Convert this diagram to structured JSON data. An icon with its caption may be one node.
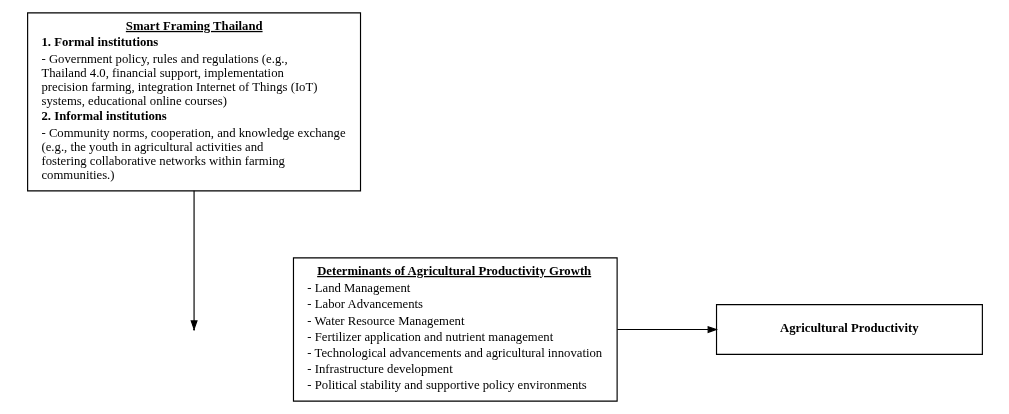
{
  "diagram": {
    "nodes": [
      {
        "text": [
          "Smart Framing Thailand",
          "1. Formal institutions",
          "- Government policy, rules and regulations (e.g., Thailand 4.0, financial support, implementation precision farming, integration Internet of Things (IoT) systems, educational online courses)",
          "2. Informal institutions",
          "- Community norms, cooperation, and knowledge exchange (e.g., the youth in agricultural activities and fostering collaborative networks within farming communities.)"
        ]
      },
      {
        "text": [
          "Determinants of Agricultural Productivity Growth",
          "- Land Management",
          "- Labor Advancements",
          "- Water Resource Management",
          "- Fertilizer application and nutrient management",
          "- Technological advancements and agricultural innovation",
          "- Infrastructure development",
          "- Political stability and supportive policy environments"
        ]
      },
      {
        "text": [
          "Agricultural Productivity"
        ]
      }
    ],
    "edges": [
      {
        "from": 1,
        "to": 2,
        "arrow": "to"
      },
      {
        "from": 0,
        "to": null,
        "arrow": "to"
      }
    ]
  }
}
